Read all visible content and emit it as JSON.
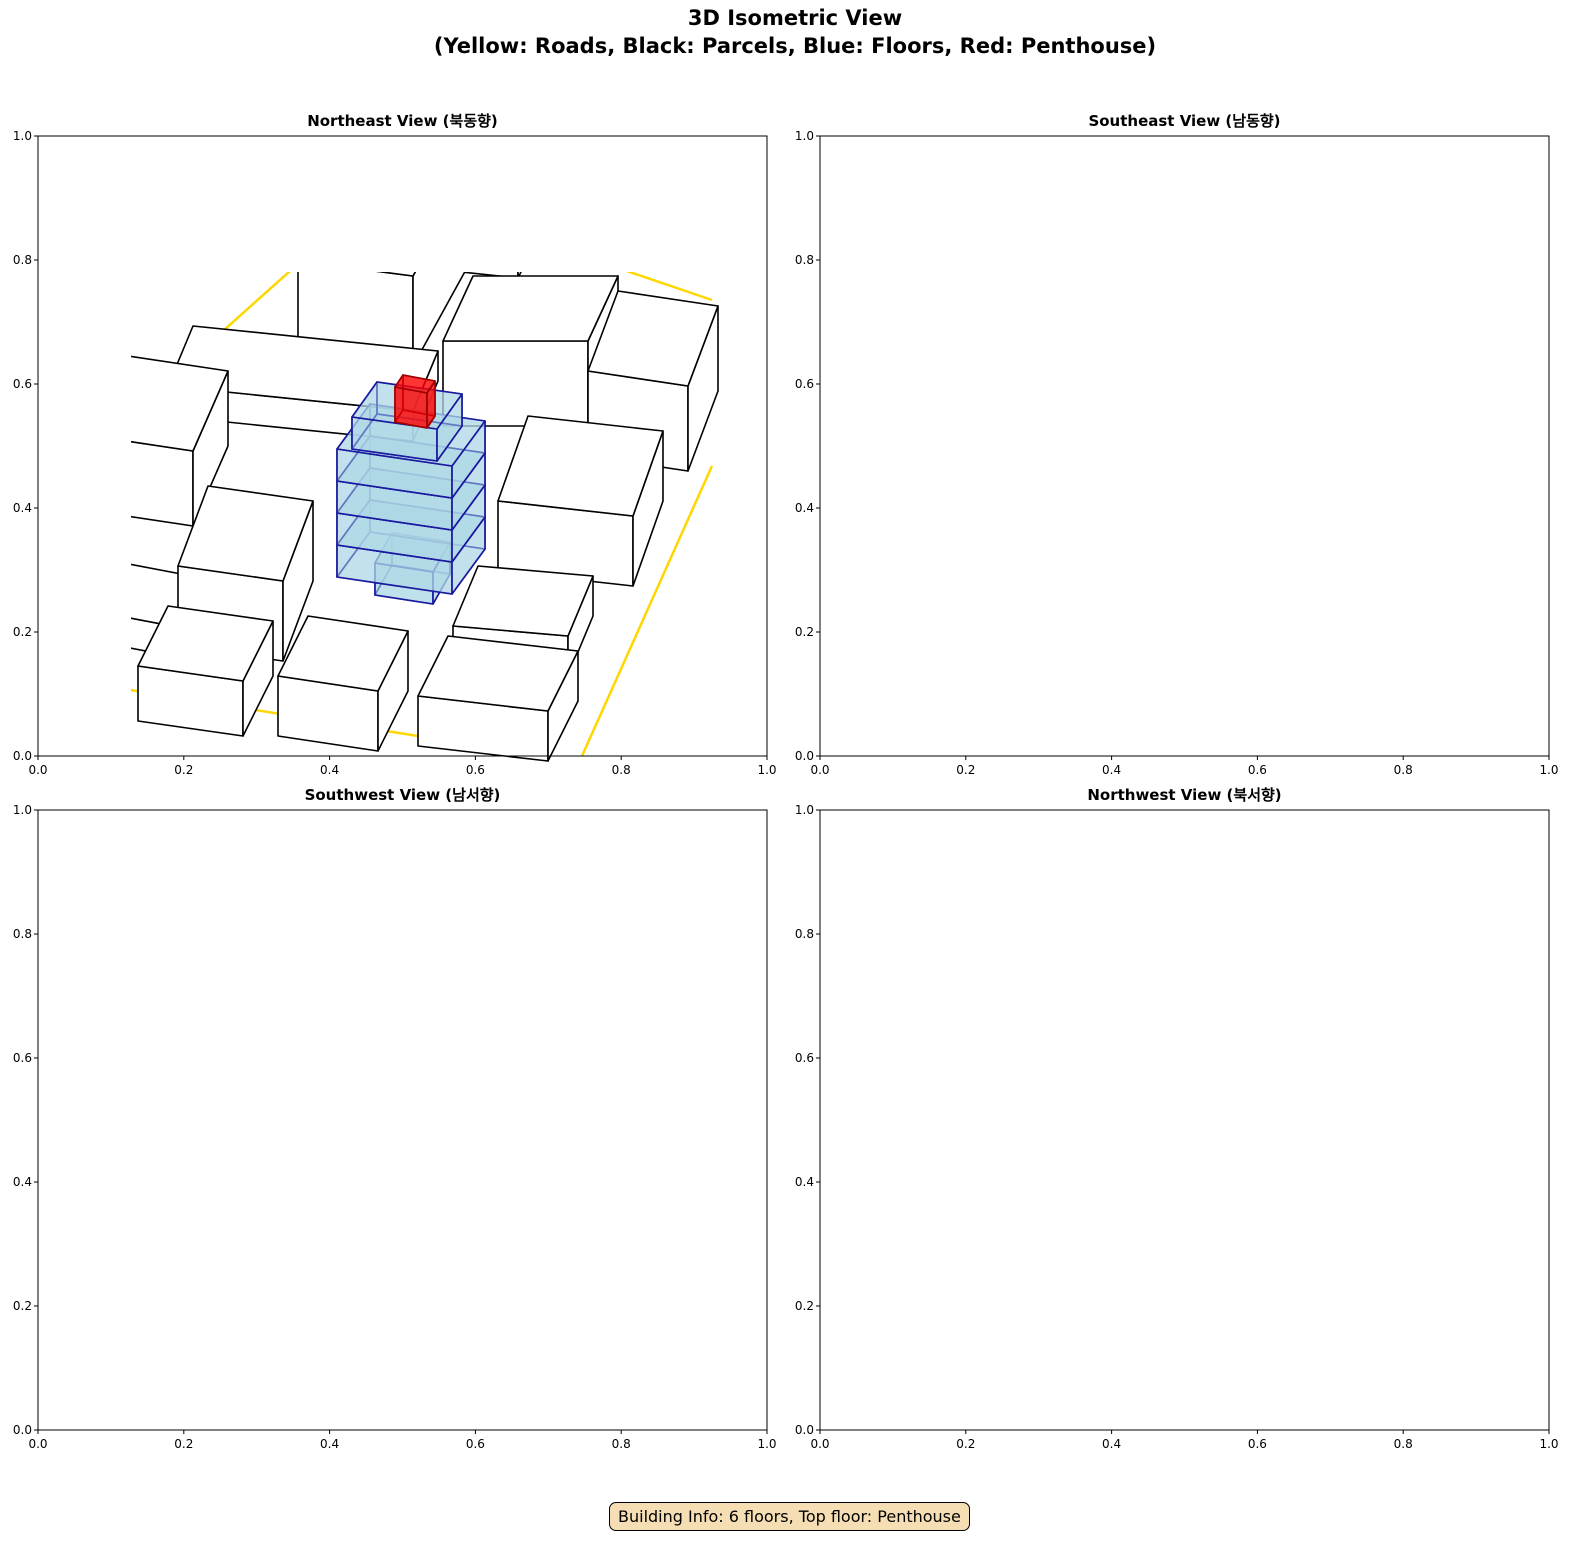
{
  "figure": {
    "title_line1": "3D Isometric View",
    "title_line2": "(Yellow: Roads, Black: Parcels, Blue: Floors, Red: Penthouse)",
    "footer": "Building Info: 6 floors, Top floor: Penthouse"
  },
  "colors": {
    "road": "#ffd700",
    "parcel": "#000000",
    "floor_fill": "#add8e6",
    "floor_edge": "#1a1aa0",
    "penthouse": "#ff0000",
    "footer_bg": "#f5deb3"
  },
  "chart_data": {
    "type": "other",
    "panels": [
      {
        "title": "Northeast View (북동향)"
      },
      {
        "title": "Southeast View (남동향)"
      },
      {
        "title": "Southwest View (남서향)"
      },
      {
        "title": "Northwest View (북서향)"
      }
    ],
    "xlim": [
      0,
      1
    ],
    "ylim": [
      0,
      1
    ],
    "xticks": [
      "0.0",
      "0.2",
      "0.4",
      "0.6",
      "0.8",
      "1.0"
    ],
    "yticks": [
      "0.0",
      "0.2",
      "0.4",
      "0.6",
      "0.8",
      "1.0"
    ],
    "building": {
      "floors": 6,
      "top_floor": "Penthouse"
    }
  }
}
